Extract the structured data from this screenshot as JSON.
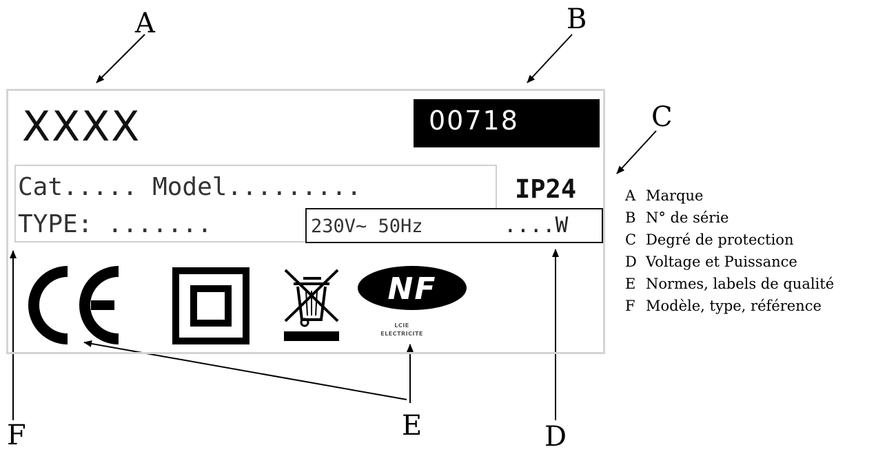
{
  "callouts": {
    "a": "A",
    "b": "B",
    "c": "C",
    "d": "D",
    "e": "E",
    "f": "F"
  },
  "plate": {
    "brand": "XXXX",
    "serial": "00718",
    "cat_model": "Cat..... Model.........",
    "ip_rating": "IP24",
    "type": "TYPE: .......",
    "voltage": "230V~ 50Hz",
    "power": "....W",
    "marks": {
      "ce": "CE",
      "nf": "NF",
      "nf_line1": "LCIE",
      "nf_line2": "ELECTRICITE"
    }
  },
  "legend": [
    {
      "key": "A",
      "text": "Marque"
    },
    {
      "key": "B",
      "text": "N° de série"
    },
    {
      "key": "C",
      "text": "Degré de protection"
    },
    {
      "key": "D",
      "text": "Voltage et Puissance"
    },
    {
      "key": "E",
      "text": "Normes, labels de qualité"
    },
    {
      "key": "F",
      "text": "Modèle, type, référence"
    }
  ],
  "colors": {
    "ink": "#000000",
    "plate_border": "#d4d4d4",
    "serial_bg": "#000000"
  }
}
